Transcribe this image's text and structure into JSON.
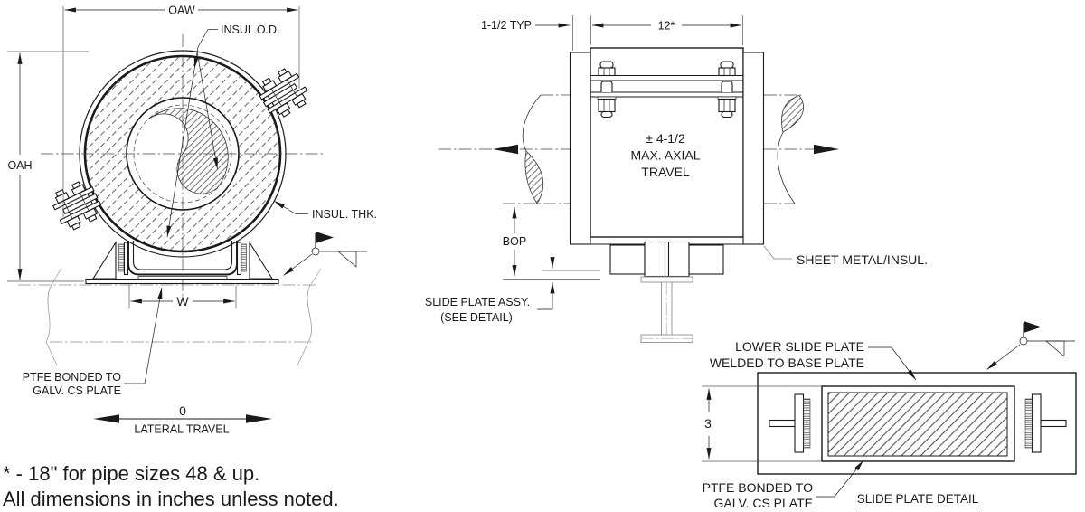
{
  "front_view": {
    "oaw": "OAW",
    "oah": "OAH",
    "insul_od": "INSUL O.D.",
    "insul_thk": "INSUL. THK.",
    "ptfe_line1": "PTFE BONDED TO",
    "ptfe_line2": "GALV. CS PLATE",
    "w": "W",
    "travel_value": "0",
    "travel_label": "LATERAL TRAVEL"
  },
  "side_view": {
    "typ_dim": "1-1/2 TYP",
    "width_dim": "12*",
    "axial_line1": "± 4-1/2",
    "axial_line2": "MAX. AXIAL",
    "axial_line3": "TRAVEL",
    "bop": "BOP",
    "assy_line1": "SLIDE PLATE ASSY.",
    "assy_line2": "(SEE DETAIL)",
    "sheet_metal": "SHEET METAL/INSUL."
  },
  "detail_view": {
    "callout_line1": "LOWER SLIDE PLATE",
    "callout_line2": "WELDED TO BASE PLATE",
    "height_dim": "3",
    "ptfe_line1": "PTFE BONDED TO",
    "ptfe_line2": "GALV. CS PLATE",
    "title": "SLIDE PLATE DETAIL"
  },
  "notes": {
    "line1": "* - 18\" for pipe sizes 48 & up.",
    "line2": "All dimensions in inches unless noted."
  },
  "colors": {
    "ink": "#1a1a1a",
    "light": "#999999",
    "bg": "#ffffff"
  }
}
